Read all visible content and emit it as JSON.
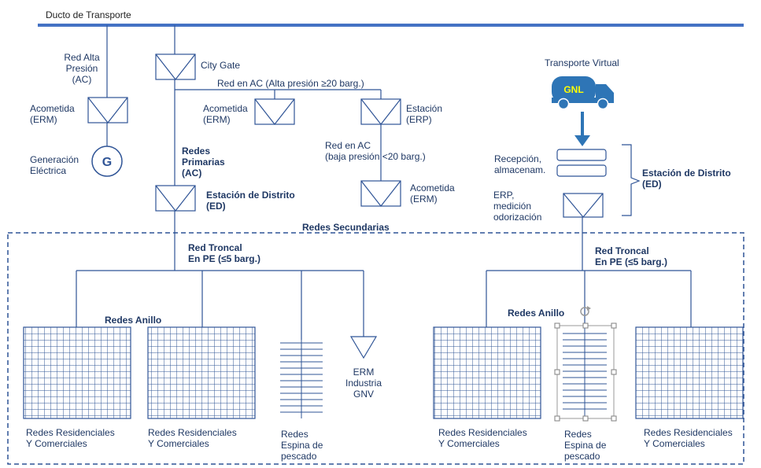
{
  "title": "Ducto de Transporte",
  "labels": {
    "red_alta_presion": [
      "Red Alta",
      "Presión",
      "(AC)"
    ],
    "city_gate": "City Gate",
    "red_en_ac_alta": "Red en AC (Alta presión ≥20 barg.)",
    "acometida_erm_left": [
      "Acometida",
      "(ERM)"
    ],
    "acometida_erm_mid": [
      "Acometida",
      "(ERM)"
    ],
    "estacion_erp": [
      "Estación",
      "(ERP)"
    ],
    "generacion_electrica": [
      "Generación",
      "Eléctrica"
    ],
    "generator_symbol": "G",
    "red_en_ac_baja": [
      "Red en AC",
      "(baja presión <20 barg.)"
    ],
    "redes_primarias": [
      "Redes",
      "Primarias",
      "(AC)"
    ],
    "estacion_distrito_left": [
      "Estación de Distrito",
      "(ED)"
    ],
    "acometida_erm_low": [
      "Acometida",
      "(ERM)"
    ],
    "transporte_virtual": "Transporte Virtual",
    "gnl": "GNL",
    "recepcion": [
      "Recepción,",
      "almacenam."
    ],
    "erp_medicion": [
      "ERP,",
      "medición",
      "odorización"
    ],
    "estacion_distrito_right": [
      "Estación de Distrito",
      "(ED)"
    ],
    "redes_secundarias": "Redes Secundarias",
    "red_troncal_left": [
      "Red Troncal",
      "En PE (≤5 barg.)"
    ],
    "red_troncal_right": [
      "Red Troncal",
      "En PE (≤5 barg.)"
    ],
    "redes_anillo_left": "Redes Anillo",
    "redes_anillo_right": "Redes Anillo",
    "residenciales_1": [
      "Redes Residenciales",
      "Y Comerciales"
    ],
    "residenciales_2": [
      "Redes Residenciales",
      "Y Comerciales"
    ],
    "residenciales_3": [
      "Redes Residenciales",
      "Y Comerciales"
    ],
    "residenciales_4": [
      "Redes Residenciales",
      "Y Comerciales"
    ],
    "espina_left": [
      "Redes",
      "Espina de",
      "pescado"
    ],
    "espina_right": [
      "Redes",
      "Espina de",
      "pescado"
    ],
    "erm_industria": [
      "ERM",
      "Industria",
      "GNV"
    ]
  },
  "colors": {
    "pipeline": "#4472c4",
    "line": "#2f5496",
    "text": "#1f3864",
    "truck": "#2e75b6",
    "arrow": "#2e75b6",
    "gnl_text": "#ffff00"
  }
}
